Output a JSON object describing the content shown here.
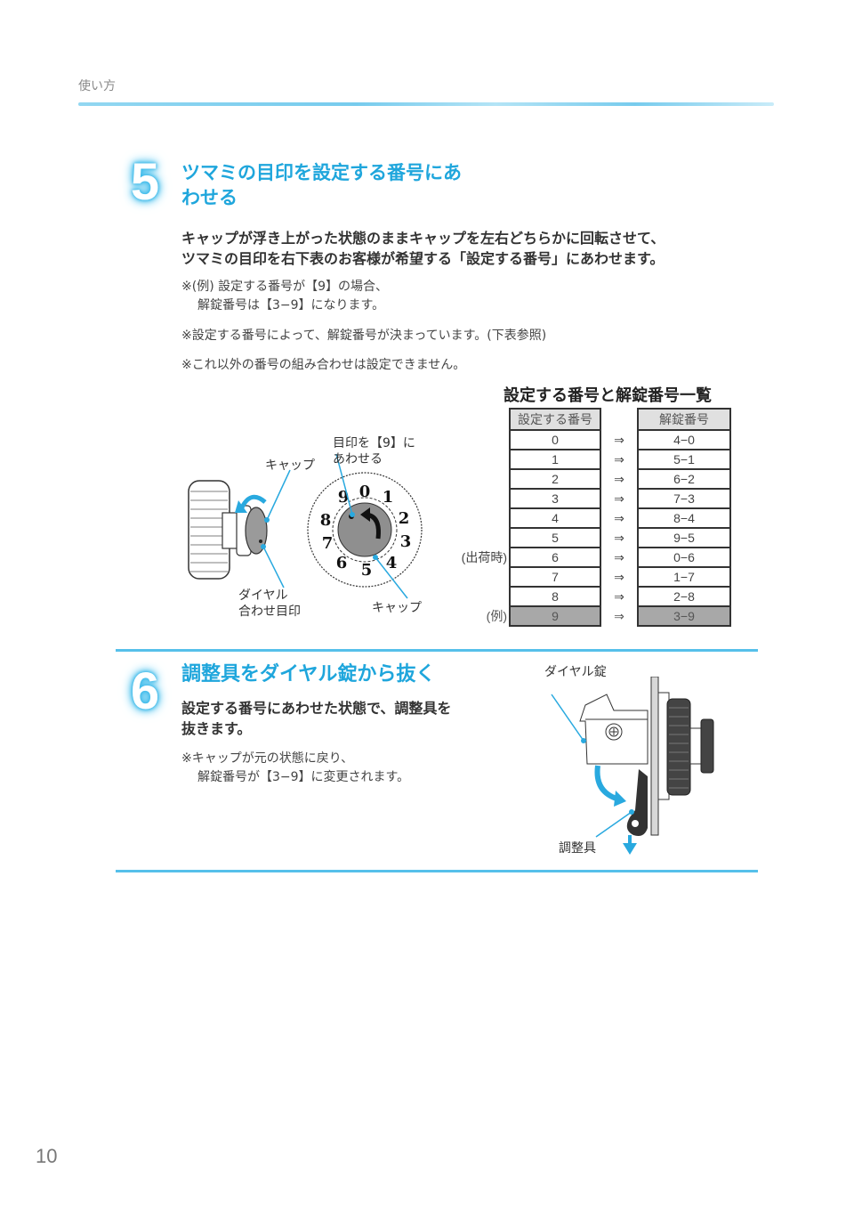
{
  "header": {
    "section_label": "使い方"
  },
  "step5": {
    "number": "5",
    "title_line1": "ツマミの目印を設定する番号にあ",
    "title_line2": "わせる",
    "body_line1": "キャップが浮き上がった状態のままキャップを左右どちらかに回転させて、",
    "body_line2": "ツマミの目印を右下表のお客様が希望する「設定する番号」にあわせます。",
    "notes": [
      {
        "line1": "※(例) 設定する番号が【9】の場合、",
        "line2": "解錠番号は【3−9】になります。"
      },
      {
        "line1": "※設定する番号によって、解錠番号が決まっています。(下表参照)"
      },
      {
        "line1": "※これ以外の番号の組み合わせは設定できません。"
      }
    ],
    "figure": {
      "cap_label_left": "キャップ",
      "align_label_line1": "目印を【9】に",
      "align_label_line2": "あわせる",
      "dial_mark_label_line1": "ダイヤル",
      "dial_mark_label_line2": "合わせ目印",
      "cap_label_bottom": "キャップ",
      "dial_digits": [
        "0",
        "1",
        "2",
        "3",
        "4",
        "5",
        "6",
        "7",
        "8",
        "9"
      ]
    },
    "table": {
      "title": "設定する番号と解錠番号一覧",
      "col_set": "設定する番号",
      "col_unlock": "解錠番号",
      "arrow": "⇒",
      "rows": [
        {
          "side": "",
          "set": "0",
          "unlock": "4−0"
        },
        {
          "side": "",
          "set": "1",
          "unlock": "5−1"
        },
        {
          "side": "",
          "set": "2",
          "unlock": "6−2"
        },
        {
          "side": "",
          "set": "3",
          "unlock": "7−3"
        },
        {
          "side": "",
          "set": "4",
          "unlock": "8−4"
        },
        {
          "side": "",
          "set": "5",
          "unlock": "9−5"
        },
        {
          "side": "(出荷時)",
          "set": "6",
          "unlock": "0−6"
        },
        {
          "side": "",
          "set": "7",
          "unlock": "1−7"
        },
        {
          "side": "",
          "set": "8",
          "unlock": "2−8"
        },
        {
          "side": "(例)",
          "set": "9",
          "unlock": "3−9",
          "highlight": true
        }
      ]
    }
  },
  "step6": {
    "number": "6",
    "title": "調整具をダイヤル錠から抜く",
    "body_line1": "設定する番号にあわせた状態で、調整具を",
    "body_line2": "抜きます。",
    "note_line1": "※キャップが元の状態に戻り、",
    "note_line2": "解錠番号が【3−9】に変更されます。",
    "figure": {
      "lock_label": "ダイヤル錠",
      "tool_label": "調整具"
    }
  },
  "footer": {
    "page_number": "10"
  },
  "colors": {
    "accent": "#1fa6dc",
    "rule": "#56c0ea",
    "highlight_row": "#a8a8a8",
    "header_cell": "#e0e0e0"
  }
}
